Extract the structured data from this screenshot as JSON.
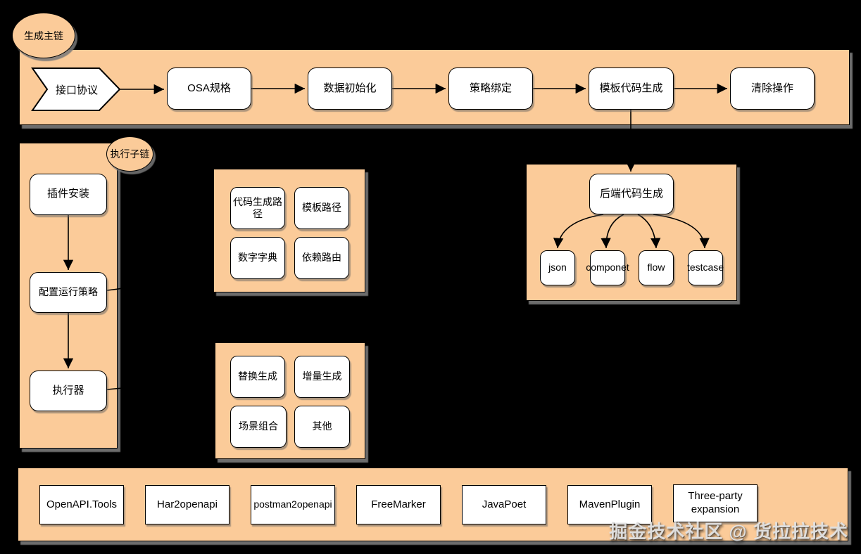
{
  "diagram": {
    "colors": {
      "background": "#000000",
      "band_fill": "#fbcb99",
      "node_fill": "#ffffff",
      "stroke": "#000000",
      "shadow": "#787878"
    },
    "main_chain": {
      "label": "生成主链",
      "nodes": [
        "接口协议",
        "OSA规格",
        "数据初始化",
        "策略绑定",
        "模板代码生成",
        "清除操作"
      ]
    },
    "sub_chain": {
      "label": "执行子链",
      "nodes": [
        "插件安装",
        "配置运行策略",
        "执行器"
      ]
    },
    "config_group": {
      "nodes": [
        "代码生成路径",
        "模板路径",
        "数字字典",
        "依赖路由"
      ]
    },
    "strategy_group": {
      "nodes": [
        "替换生成",
        "增量生成",
        "场景组合",
        "其他"
      ]
    },
    "backend_group": {
      "parent": "后端代码生成",
      "children": [
        "json",
        "componet",
        "flow",
        "testcase"
      ]
    },
    "tools_group": {
      "nodes": [
        "OpenAPI.Tools",
        "Har2openapi",
        "postman2openapi",
        "FreeMarker",
        "JavaPoet",
        "MavenPlugin",
        "Three-party expansion"
      ]
    },
    "watermark": "掘金技术社区 @ 货拉拉技术"
  }
}
